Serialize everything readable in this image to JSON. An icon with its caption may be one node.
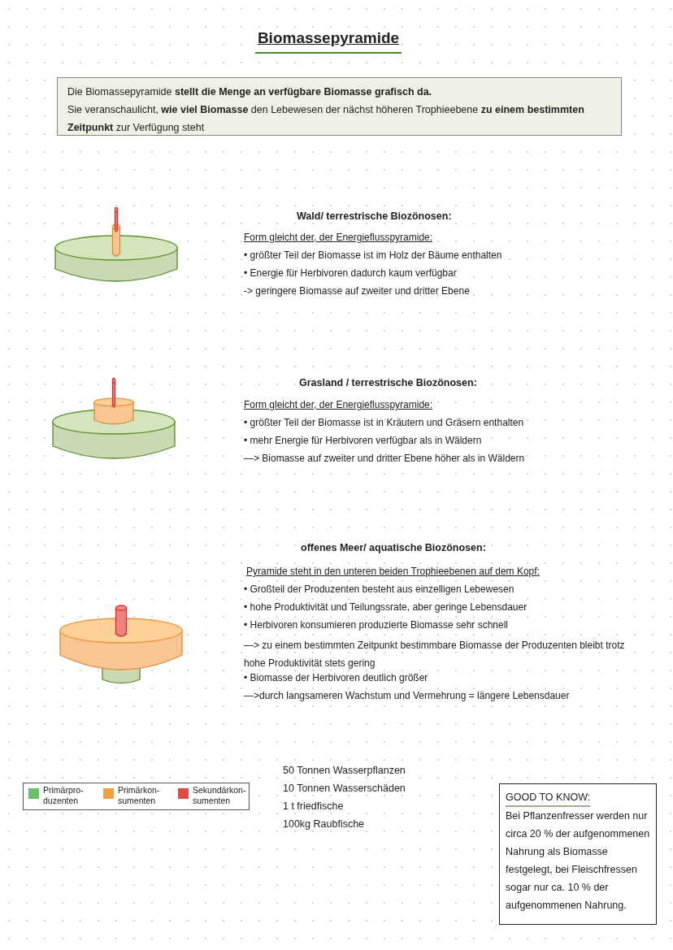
{
  "diagram": {
    "title": "Biomassepyramide",
    "nodes": [
      {
        "text": [
          "Die Biomassepyramide **stellt die Menge an verfügbare Biomasse grafisch da.**",
          "Sie veranschaulicht, **wie viel Biomasse** den Lebewesen der nächst höheren Trophieebene **zu einem bestimmten Zeitpunkt** zur Verfügung steht"
        ]
      },
      {
        "text": [
          "GOOD TO KNOW:",
          "Bei Pflanzenfresser werden nur circa 20 % der aufgenommenen Nahrung als Biomasse festgelegt, bei Fleischfressen sogar nur ca. 10 % der aufgenommenen Nahrung."
        ]
      }
    ],
    "labels": [
      "Wald/ terrestrische Biozönosen:",
      "Form gleicht der, der Energieflusspyramide:",
      "• größter Teil der Biomasse ist im Holz der Bäume enthalten",
      "• Energie für Herbivoren dadurch kaum verfügbar",
      "-> geringere Biomasse auf zweiter und dritter Ebene",
      "Grasland / terrestrische Biozönosen:",
      "Form gleicht der, der Energieflusspyramide:",
      "• größter Teil der Biomasse ist in Kräutern und Gräsern enthalten",
      "• mehr Energie für Herbivoren verfügbar als in Wäldern",
      "—> Biomasse auf zweiter und dritter Ebene höher als in Wäldern",
      "offenes Meer/ aquatische Biozönosen:",
      "Pyramide steht in den unteren beiden Trophieebenen auf dem Kopf:",
      "• Großteil der Produzenten besteht aus einzelligen Lebewesen",
      "• hohe Produktivität und Teilungssrate, aber geringe Lebensdauer",
      "• Herbivoren konsumieren produzierte Biomasse sehr schnell",
      "—> zu einem bestimmten Zeitpunkt bestimmbare Biomasse der Produzenten bleibt trotz hohe Produktivität stets gering",
      "• Biomasse der Herbivoren deutlich größer",
      "—>durch langsameren Wachstum und Vermehrung = längere Lebensdauer",
      "50 Tonnen Wasserpflanzen",
      "10 Tonnen Wasserschäden",
      "1 t friedfische",
      "100kg Raubfische"
    ],
    "legend": [
      {
        "text": "Primärpro- duzenten",
        "color": "#6abf69"
      },
      {
        "text": "Primärkon- sumenten",
        "color": "#f5a03a"
      },
      {
        "text": "Sekundärkon- sumenten",
        "color": "#e8473f"
      }
    ]
  }
}
